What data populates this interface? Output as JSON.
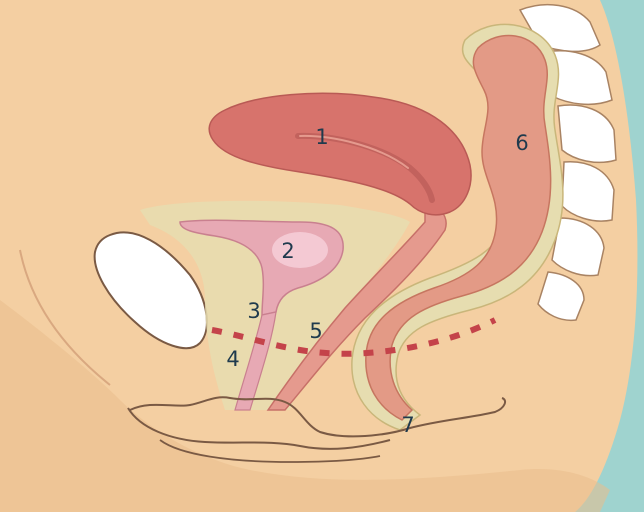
{
  "colors": {
    "background": "#9fd3cf",
    "skin": "#f4cfa2",
    "skin_shadow": "#e9bd8d",
    "uterus": "#d7736c",
    "uterus_light": "#e59a8e",
    "bladder": "#e7a9b4",
    "bladder_light": "#f5ccd6",
    "fascia": "#e6ddb0",
    "rectum": "#e39a86",
    "rectum_outer": "#d9b572",
    "perineal_line": "#c4434a",
    "bone": "#ffffff",
    "outline": "#6e4a38",
    "label_text": "#1f3a4d"
  },
  "labels": [
    {
      "id": "1",
      "text": "1"
    },
    {
      "id": "2",
      "text": "2"
    },
    {
      "id": "3",
      "text": "3"
    },
    {
      "id": "4",
      "text": "4"
    },
    {
      "id": "5",
      "text": "5"
    },
    {
      "id": "6",
      "text": "6"
    },
    {
      "id": "7",
      "text": "7"
    }
  ]
}
